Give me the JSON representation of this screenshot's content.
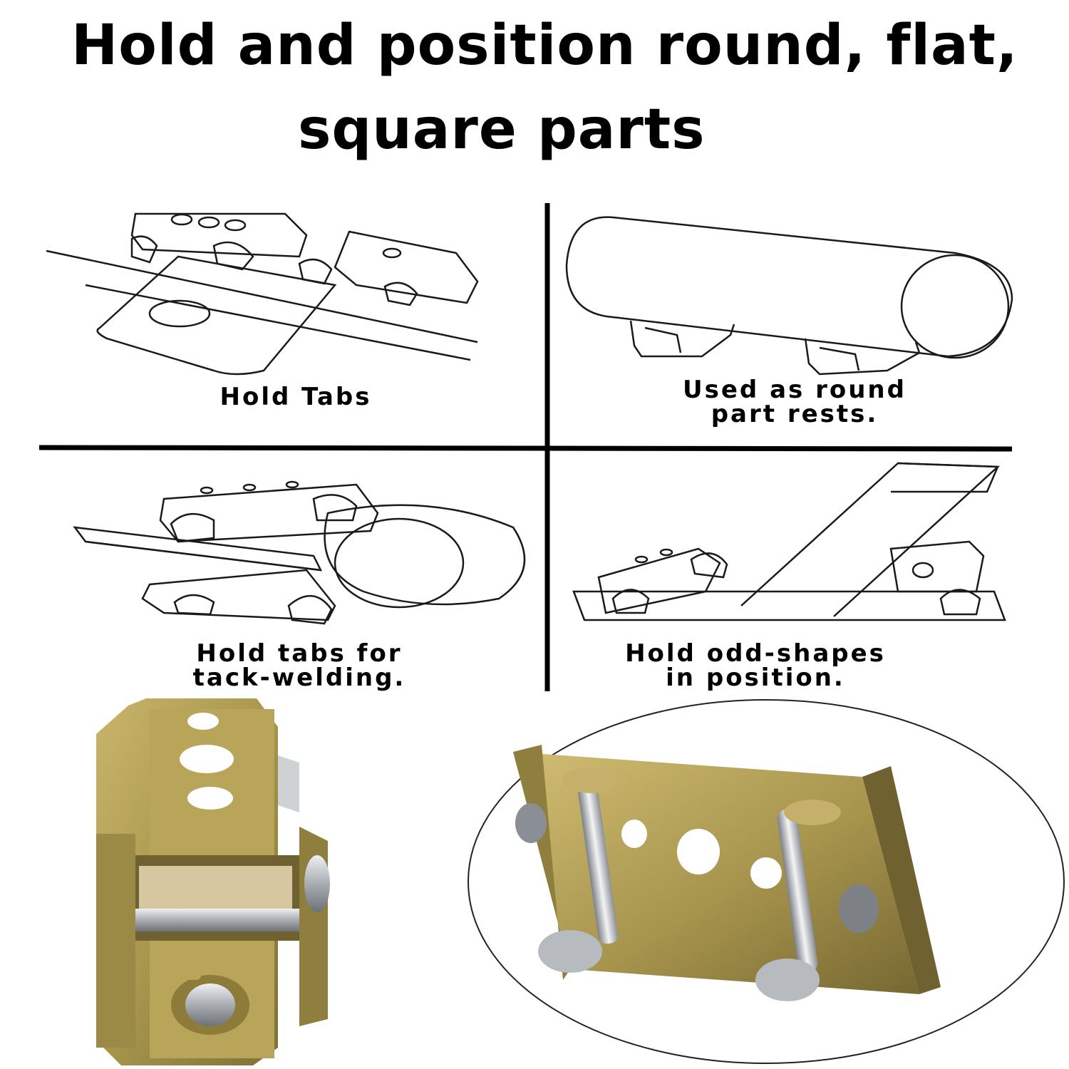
{
  "headline": {
    "line1": "Hold and position round, flat,",
    "line2": "square parts"
  },
  "captions": {
    "top_left": [
      "Hold Tabs"
    ],
    "top_right": [
      "Used as round",
      "part rests."
    ],
    "bottom_left": [
      "Hold tabs for",
      "tack-welding."
    ],
    "bottom_right": [
      "Hold odd-shapes",
      "in position."
    ]
  },
  "colors": {
    "line_art": "#1a1a1a",
    "divider": "#000000",
    "metal_gold": "#b8a55a",
    "metal_shadow": "#6f6230",
    "chrome": "#c9ccd0"
  }
}
